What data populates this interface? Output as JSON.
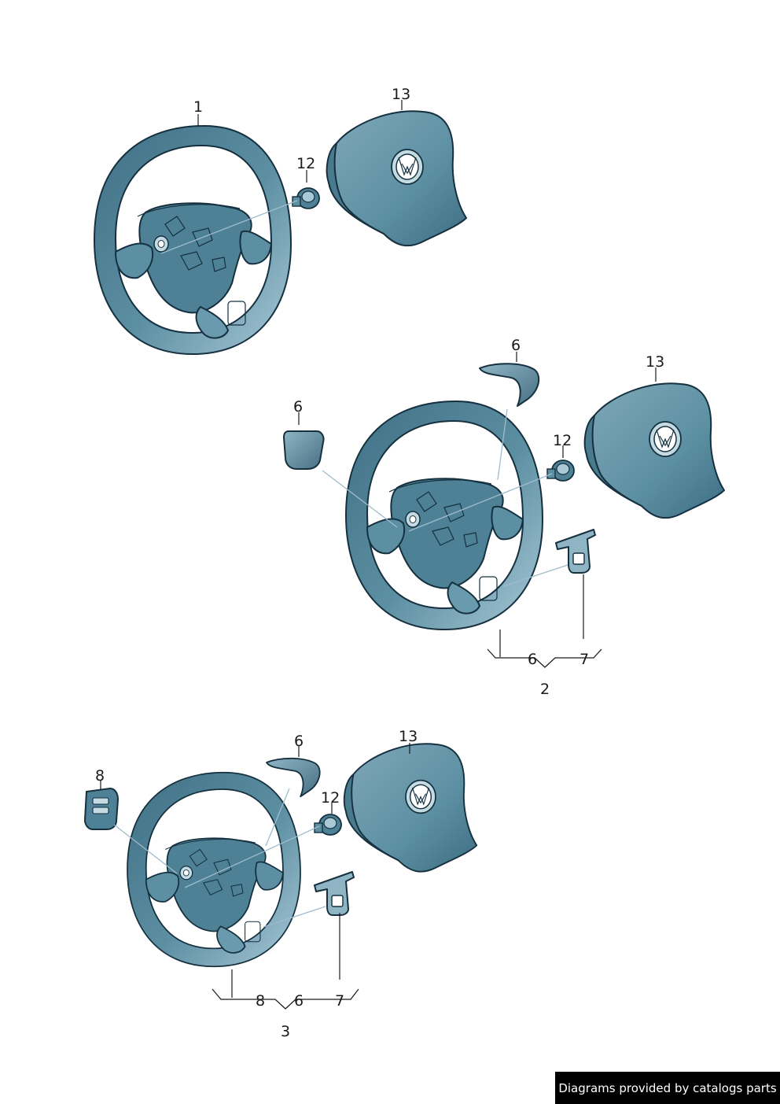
{
  "callouts": {
    "a1": "1",
    "a12": "12",
    "a13": "13",
    "b6a": "6",
    "b6b": "6",
    "b12": "12",
    "b13": "13",
    "b_group_6": "6",
    "b_group_7": "7",
    "b_group": "2",
    "c6": "6",
    "c8": "8",
    "c12": "12",
    "c13": "13",
    "c_group_8": "8",
    "c_group_6": "6",
    "c_group_7": "7",
    "c_group": "3"
  },
  "credit": "Diagrams provided by catalogs parts",
  "colors": {
    "part_fill": "#5d8fa3",
    "part_light": "#a9c9d6",
    "part_dark": "#3d6d82",
    "outline": "#15303f"
  }
}
